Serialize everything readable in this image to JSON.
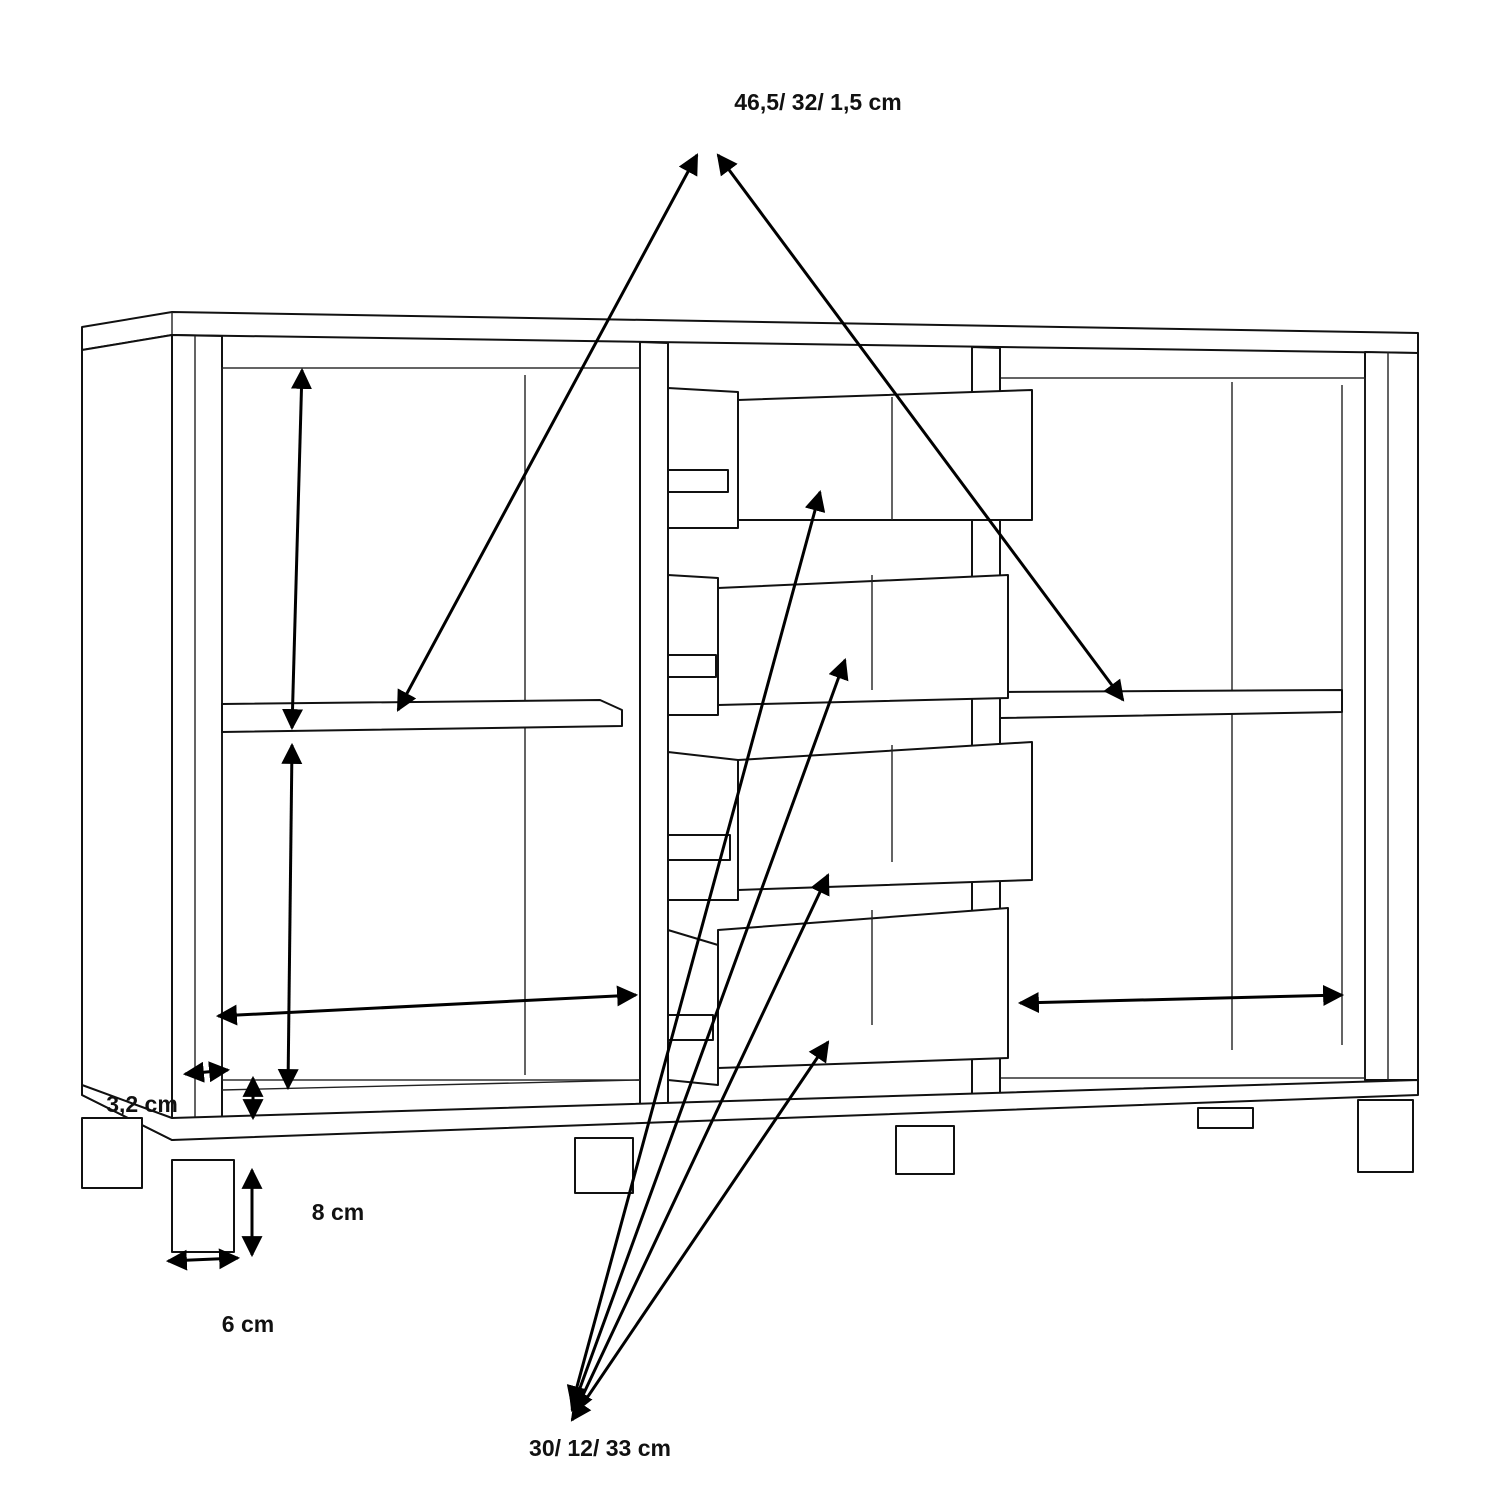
{
  "labels": {
    "shelf_dims": "46,5/ 32/ 1,5 cm",
    "frame_thickness": "3,2 cm",
    "leg_height": "8 cm",
    "leg_width": "6 cm",
    "drawer_dims": "30/ 12/ 33 cm"
  },
  "colors": {
    "line": "#111111",
    "background": "#ffffff"
  }
}
